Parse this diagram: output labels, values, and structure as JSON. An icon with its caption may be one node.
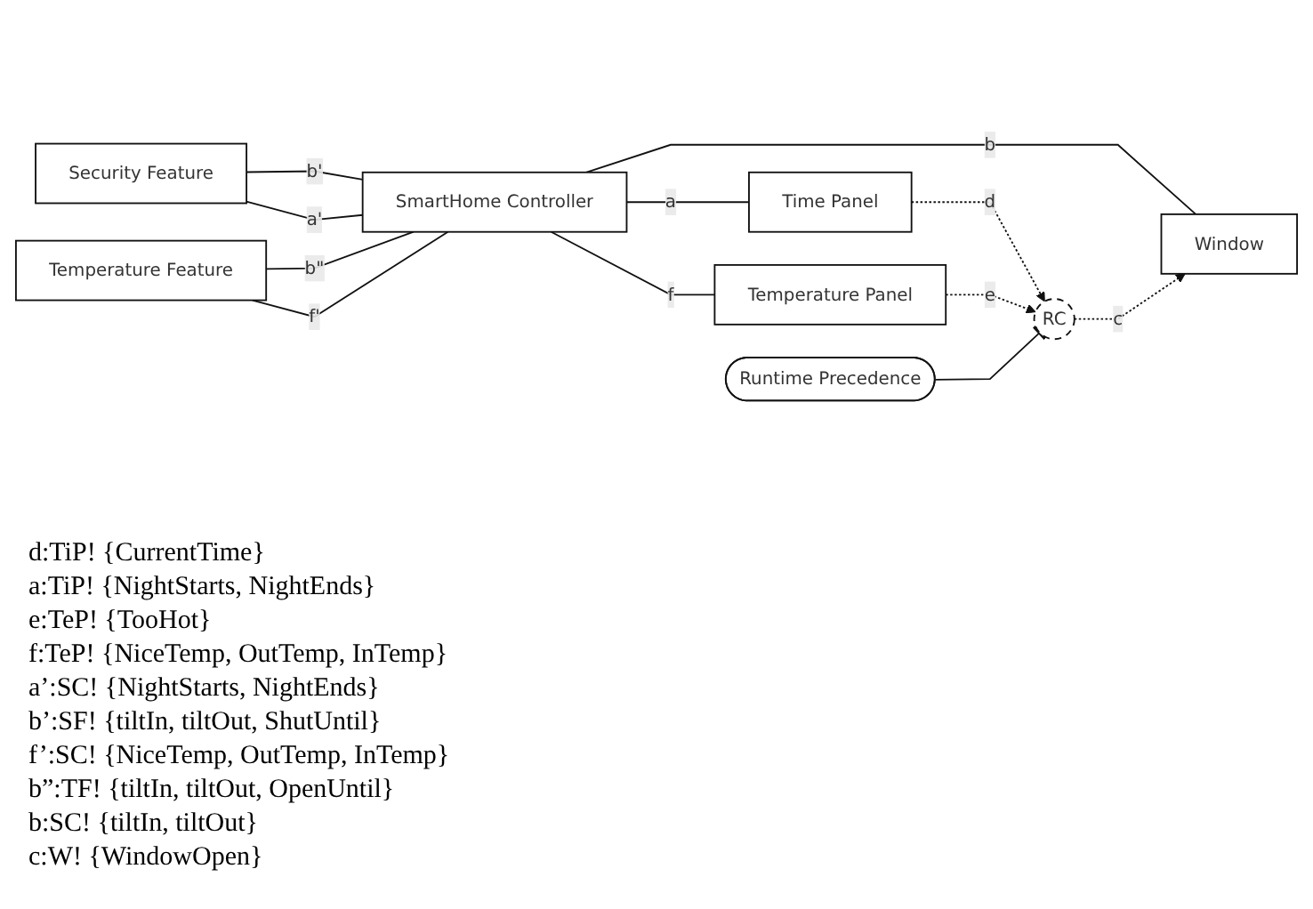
{
  "diagram": {
    "nodes": [
      {
        "text": [
          "Security Feature"
        ]
      },
      {
        "text": [
          "Temperature Feature"
        ]
      },
      {
        "text": [
          "SmartHome Controller"
        ]
      },
      {
        "text": [
          "Time Panel"
        ]
      },
      {
        "text": [
          "Temperature Panel"
        ]
      },
      {
        "text": [
          "Window"
        ]
      },
      {
        "text": [
          "Runtime Precedence"
        ]
      },
      {
        "text": [
          "RC"
        ]
      }
    ],
    "edges": [
      {
        "from": 0,
        "to": 2,
        "arrow": "none",
        "label": "b'"
      },
      {
        "from": 0,
        "to": 2,
        "arrow": "none",
        "label": "a'"
      },
      {
        "from": 1,
        "to": 2,
        "arrow": "none",
        "label": "b\""
      },
      {
        "from": 1,
        "to": 2,
        "arrow": "none",
        "label": "f'"
      },
      {
        "from": 2,
        "to": 3,
        "arrow": "none",
        "label": "a"
      },
      {
        "from": 2,
        "to": 4,
        "arrow": "none",
        "label": "f"
      },
      {
        "from": 2,
        "to": 5,
        "arrow": "none",
        "label": "b"
      },
      {
        "from": 3,
        "to": 7,
        "arrow": "to",
        "label": "d",
        "style": "dashed"
      },
      {
        "from": 4,
        "to": 7,
        "arrow": "to",
        "label": "e",
        "style": "dashed"
      },
      {
        "from": 7,
        "to": 5,
        "arrow": "to",
        "label": "c",
        "style": "dashed"
      },
      {
        "from": 6,
        "to": 7,
        "arrow": "other"
      }
    ],
    "labels": [
      "d:TiP! {CurrentTime}",
      "a:TiP! {NightStarts, NightEnds}",
      "e:TeP! {TooHot}",
      "f:TeP! {NiceTemp, OutTemp, InTemp}",
      "a’:SC! {NightStarts, NightEnds}",
      "b’:SF! {tiltIn, tiltOut, ShutUntil}",
      "f’:SC! {NiceTemp, OutTemp, InTemp}",
      "b”:TF! {tiltIn, tiltOut, OpenUntil}",
      "b:SC! {tiltIn, tiltOut}",
      "c:W! {WindowOpen}"
    ]
  }
}
